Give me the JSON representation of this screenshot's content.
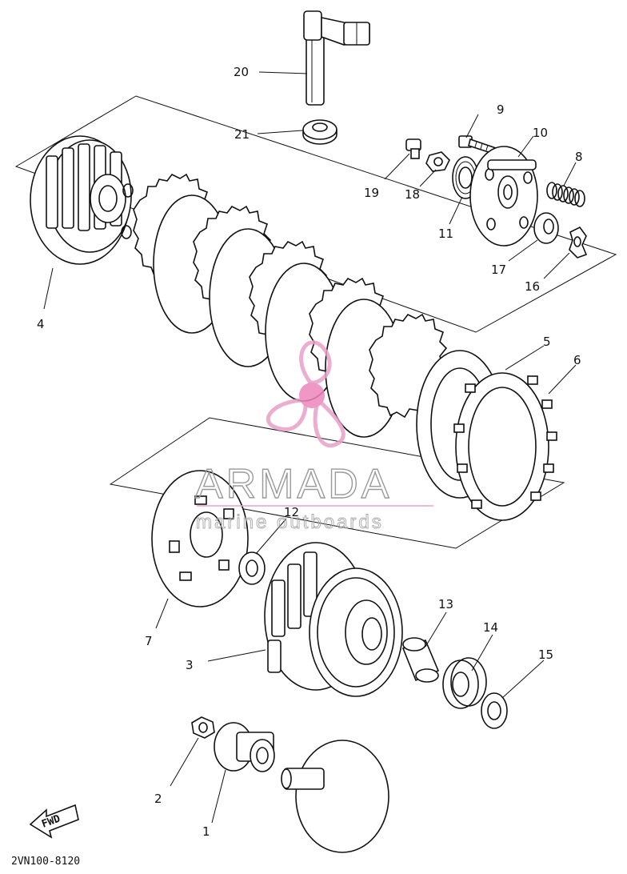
{
  "diagram": {
    "drawing_code": "2VN100-8120",
    "direction_marker": "FWD",
    "callouts": [
      "1",
      "2",
      "3",
      "4",
      "5",
      "6",
      "7",
      "8",
      "9",
      "10",
      "11",
      "12",
      "13",
      "14",
      "15",
      "16",
      "17",
      "18",
      "19",
      "20",
      "21"
    ]
  },
  "watermark": {
    "brand": "ARMADA",
    "tagline": "marine outboards",
    "accent_color": "#e8a0c8",
    "logo_fill": "#ee86bb",
    "text_color": "#9a9a9a"
  }
}
